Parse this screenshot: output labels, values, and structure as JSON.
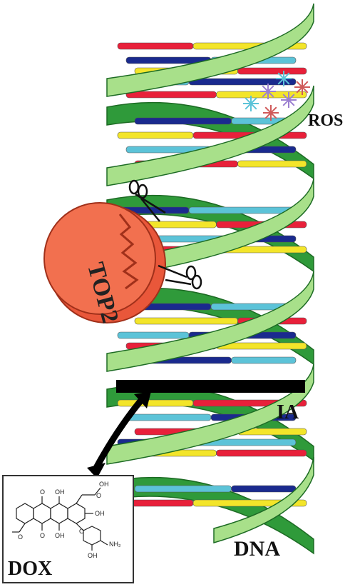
{
  "labels": {
    "ros": "ROS",
    "top2": "TOP2",
    "ia": "IA",
    "dna": "DNA",
    "dox": "DOX"
  },
  "molecule_atoms": {
    "o_top": "O",
    "oh_top1": "OH",
    "oh_top2": "OH",
    "o_keto": "O",
    "oh_mid": "OH",
    "o_bottom": "O",
    "oh_left": "OH",
    "o_sugar": "O",
    "o_methoxy": "O",
    "nh2": "NH₂",
    "oh_sugar": "OH"
  },
  "colors": {
    "strand_light": "#a8e08a",
    "strand_dark": "#2f9a3a",
    "strand_edge": "#1d6b24",
    "top2": "#f2704f",
    "top2_dark": "#e9573a",
    "base_red": "#e8203a",
    "base_yellow": "#f3e52a",
    "base_blue": "#1a2a8e",
    "base_cyan": "#5cc3d8",
    "intercalator": "#000000"
  },
  "icons": [
    "scissors-icon",
    "scissors-icon",
    "ros-star-icon",
    "arrow-icon",
    "doxorubicin-structure-icon"
  ]
}
